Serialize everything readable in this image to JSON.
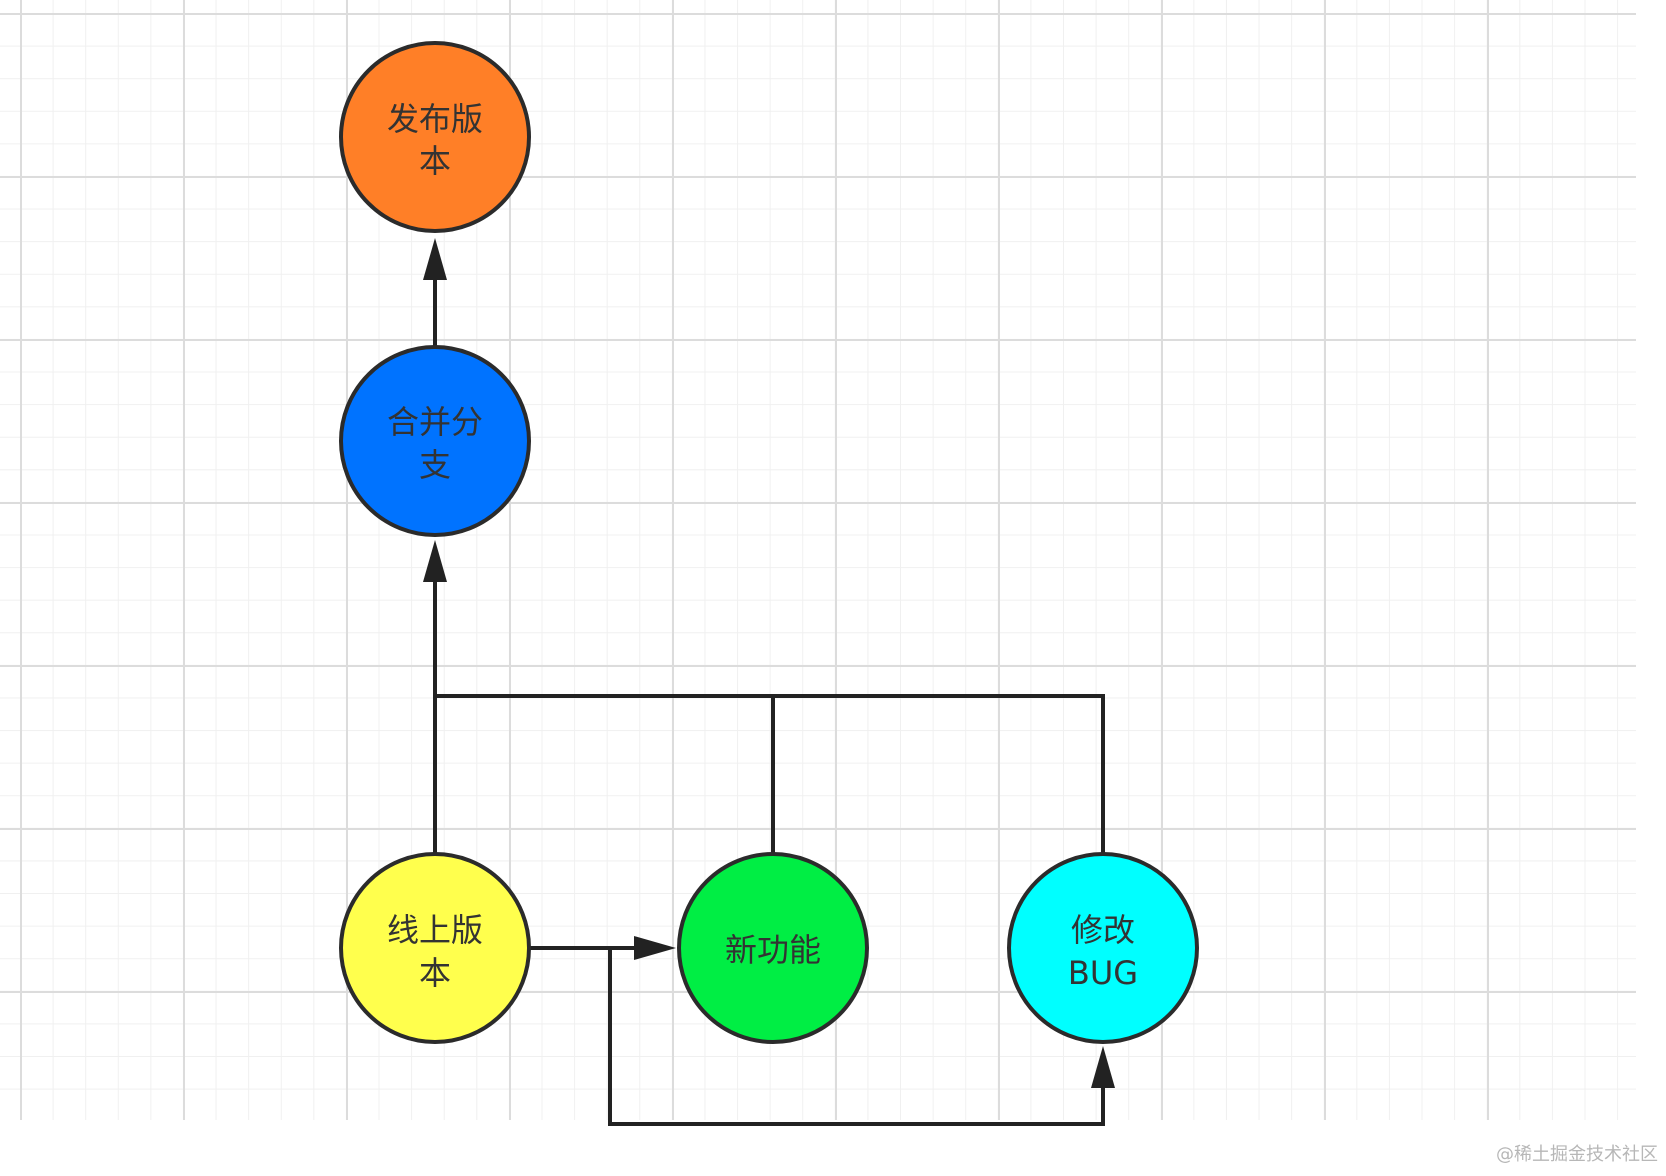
{
  "diagram": {
    "nodes": [
      {
        "id": "release",
        "label_lines": [
          "发布版",
          "本"
        ],
        "color": "#FF7F27"
      },
      {
        "id": "merge",
        "label_lines": [
          "合并分",
          "支"
        ],
        "color": "#0073FF"
      },
      {
        "id": "online",
        "label_lines": [
          "线上版",
          "本"
        ],
        "color": "#FFFF4D"
      },
      {
        "id": "feature",
        "label_lines": [
          "新功能"
        ],
        "color": "#00EE44"
      },
      {
        "id": "bugfix",
        "label_lines": [
          "修改",
          "BUG"
        ],
        "color": "#00FFFF"
      }
    ],
    "edges": [
      {
        "from": "online",
        "to": "feature",
        "arrow": true
      },
      {
        "from": "online",
        "to": "bugfix",
        "arrow": true
      },
      {
        "from": "online",
        "to": "merge",
        "arrow": true
      },
      {
        "from": "feature",
        "to": "merge",
        "arrow": true
      },
      {
        "from": "bugfix",
        "to": "merge",
        "arrow": true
      },
      {
        "from": "merge",
        "to": "release",
        "arrow": true
      }
    ]
  },
  "watermark": "@稀土掘金技术社区"
}
